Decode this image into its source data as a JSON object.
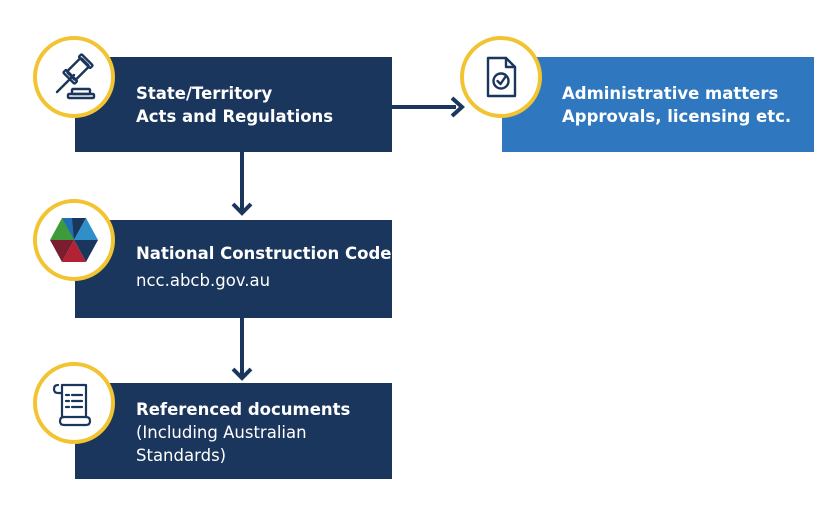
{
  "boxes": {
    "acts": {
      "title_line1": "State/Territory",
      "title_line2": "Acts and Regulations"
    },
    "admin": {
      "title_line1": "Administrative matters",
      "title_line2": "Approvals, licensing etc."
    },
    "ncc": {
      "title": "National Construction Code",
      "subtitle": "ncc.abcb.gov.au"
    },
    "refs": {
      "title": "Referenced documents",
      "subtitle_line1": "(Including Australian",
      "subtitle_line2": "Standards)"
    }
  },
  "icons": {
    "acts": "gavel-icon",
    "admin": "document-check-icon",
    "ncc": "ncc-logo-icon",
    "refs": "scroll-icon"
  },
  "colors": {
    "dark_navy": "#1b365d",
    "admin_blue": "#2f78bf",
    "ring_yellow": "#f2c431",
    "arrow": "#1b365d"
  }
}
